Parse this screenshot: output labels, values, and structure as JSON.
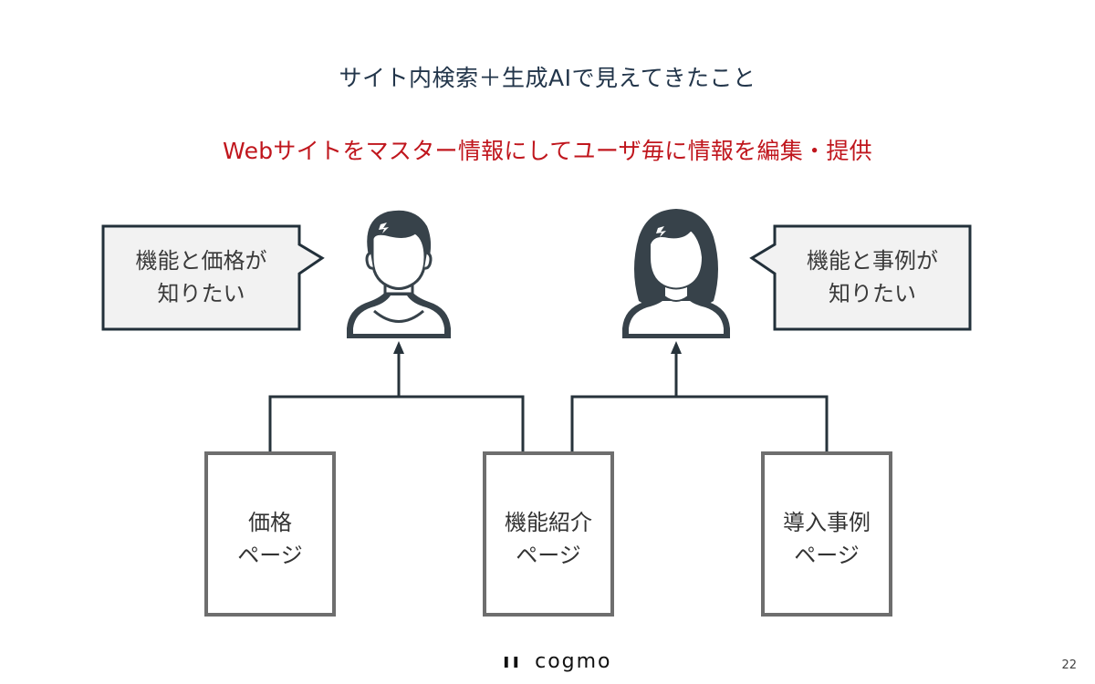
{
  "slide": {
    "title": "サイト内検索＋生成AIで見えてきたこと",
    "subtitle": "Webサイトをマスター情報にしてユーザ毎に情報を編集・提供",
    "page_number": "22"
  },
  "users": [
    {
      "icon": "male-user-icon",
      "speech_line1": "機能と価格が",
      "speech_line2": "知りたい"
    },
    {
      "icon": "female-user-icon",
      "speech_line1": "機能と事例が",
      "speech_line2": "知りたい"
    }
  ],
  "pages": [
    {
      "line1": "価格",
      "line2": "ページ"
    },
    {
      "line1": "機能紹介",
      "line2": "ページ"
    },
    {
      "line1": "導入事例",
      "line2": "ページ"
    }
  ],
  "footer": {
    "logo_mark": "ıı",
    "logo_text": "cogmo"
  },
  "colors": {
    "title": "#22354a",
    "accent": "#c0161d",
    "icon": "#37424a",
    "box_border": "#6e6e6e",
    "bubble_fill": "#f2f2f2"
  }
}
